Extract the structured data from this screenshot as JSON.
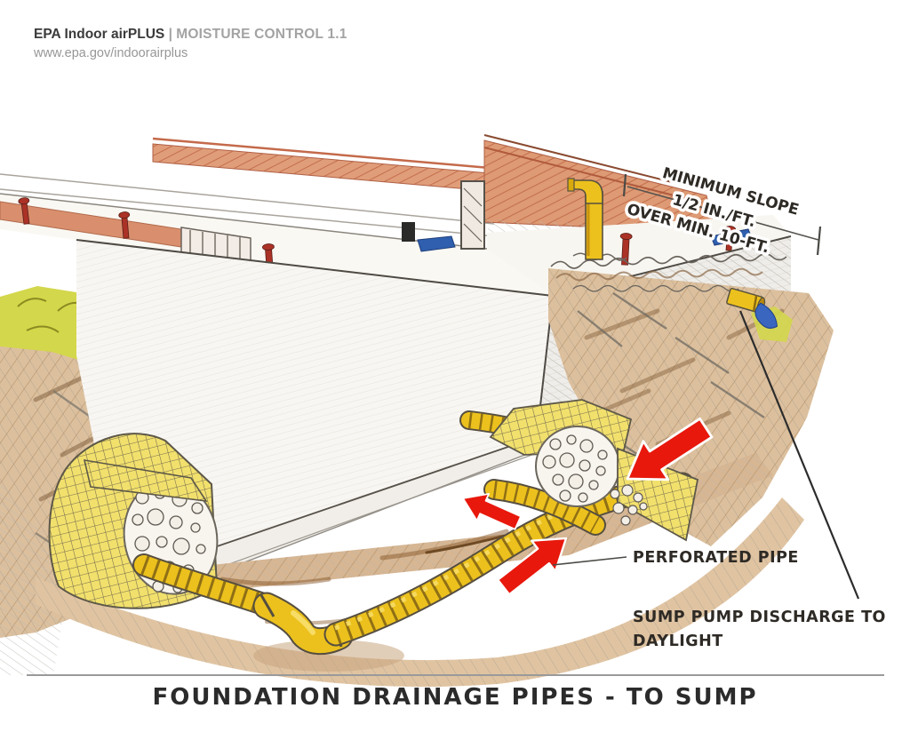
{
  "header": {
    "brand": "EPA Indoor airPLUS",
    "separator": "|",
    "doc_title": "MOISTURE CONTROL 1.1",
    "url": "www.epa.gov/indoorairplus"
  },
  "annotations": {
    "slope": {
      "line1": "MINIMUM SLOPE",
      "line2": "1/2 IN./FT.",
      "line3": "OVER MIN. 10-FT."
    },
    "perforated_pipe": "PERFORATED PIPE",
    "sump": {
      "line1": "SUMP PUMP DISCHARGE TO",
      "line2": "DAYLIGHT"
    }
  },
  "footer": {
    "title": "FOUNDATION DRAINAGE PIPES - TO SUMP"
  },
  "colors": {
    "arrow_red": "#e8180c",
    "pipe_yellow": "#ecc11d",
    "mesh_yellow": "#f2e06d",
    "water_blue": "#3a66bf",
    "sill_salmon": "#d98f6d",
    "bolt_red": "#ab3226",
    "soil_tan": "#dcc09e",
    "grass_green": "#d3d74b",
    "sealer_blue": "#2f5fae",
    "text_dark": "#2e2a25",
    "header_gray": "#a3a3a3"
  }
}
